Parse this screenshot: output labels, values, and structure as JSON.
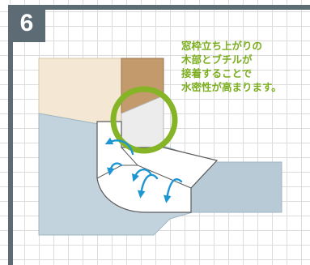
{
  "step": {
    "number": "6"
  },
  "note": {
    "lines": [
      "窓枠立ち上がりの",
      "木部とブチルが",
      "接着することで",
      "水密性が高まります。"
    ]
  },
  "colors": {
    "frame": "#5d6b74",
    "highlight_circle": "#85b427",
    "note_text": "#7cae1f",
    "water_arrows": "#1e96d2",
    "wall_surface": "#f4e8d4",
    "wood_frame": "#c39a6c",
    "sill_blue": "#c2d3dd",
    "butyl_sheet": "#ffffff"
  },
  "icons": {
    "highlight": "highlight-circle",
    "water_flow": "water-flow-arrow-icon"
  }
}
